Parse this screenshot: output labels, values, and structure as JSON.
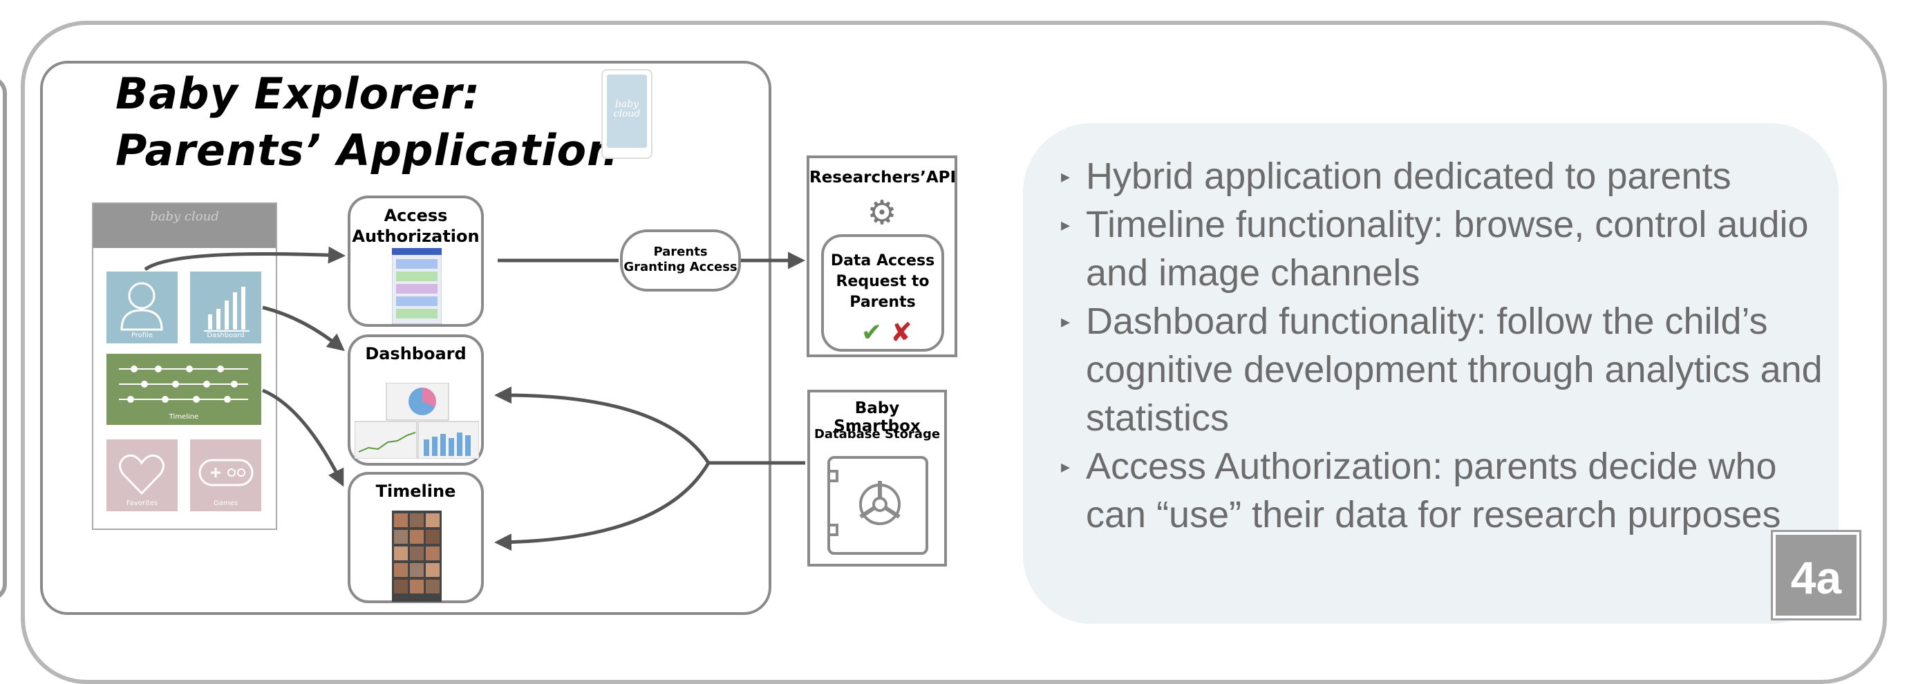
{
  "title": {
    "line1": "Baby Explorer:",
    "line2": "Parents’ Application"
  },
  "phone": {
    "logo": "baby cloud",
    "tiles": {
      "profile": "Profile",
      "dashboard": "Dashboard",
      "timeline": "Timeline",
      "favorites": "Favorites",
      "games": "Games"
    }
  },
  "modules": {
    "access_line1": "Access",
    "access_line2": "Authorization",
    "dashboard": "Dashboard",
    "timeline": "Timeline"
  },
  "granting": {
    "line1": "Parents",
    "line2": "Granting Access"
  },
  "api": {
    "title": "Researchers’API",
    "req_line1": "Data Access",
    "req_line2": "Request to",
    "req_line3": "Parents"
  },
  "smartbox": {
    "title": "Baby Smartbox",
    "sub": "Database Storage"
  },
  "bullets": [
    "Hybrid application dedicated to parents",
    "Timeline functionality: browse, control audio and image channels",
    "Dashboard functionality: follow the child’s cognitive development through analytics and statistics",
    "Access Authorization: parents decide who can “use” their data for research purposes"
  ],
  "badge": "4a",
  "colors": {
    "panel_bg": "#edf2f5",
    "text_gray": "#6c6c6c",
    "tile_blue": "#9dc0cf",
    "tile_green": "#7c9a5f",
    "tile_pink": "#d7c1c4",
    "check": "#5a9a3c",
    "cross": "#c0282e"
  }
}
